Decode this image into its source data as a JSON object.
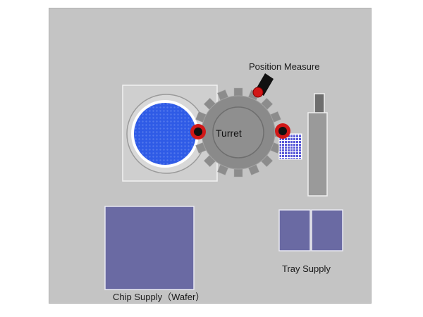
{
  "labels": {
    "turret": "Turret",
    "position_measure": "Position Measure",
    "tray_supply": "Tray Supply",
    "chip_supply": "Chip Supply（Wafer）"
  },
  "colors": {
    "background": "#c4c4c4",
    "wafer_blue": "#2f5be6",
    "block_blue": "#6a6aa3",
    "turret_gray": "#8c8c8c",
    "nozzle_red": "#d21818"
  }
}
